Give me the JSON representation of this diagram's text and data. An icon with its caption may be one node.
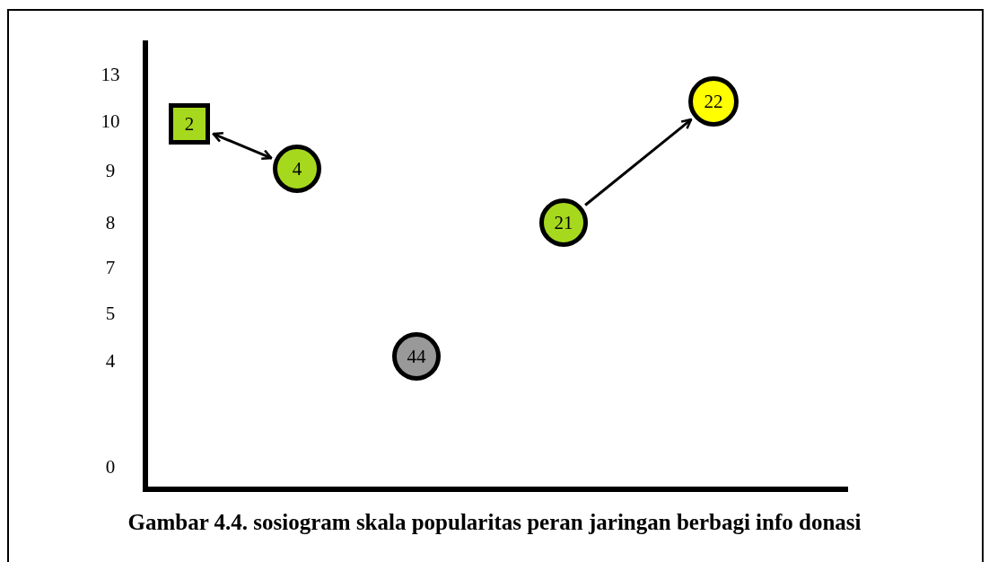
{
  "diagram": {
    "caption": "Gambar 4.4. sosiogram skala popularitas peran jaringan berbagi info donasi",
    "nodes": [
      {
        "text": [
          "2"
        ]
      },
      {
        "text": [
          "4"
        ]
      },
      {
        "text": [
          "22"
        ]
      },
      {
        "text": [
          "21"
        ]
      },
      {
        "text": [
          "44"
        ]
      }
    ],
    "edges": [
      {
        "from": 0,
        "to": 1,
        "arrow": "both"
      },
      {
        "from": 3,
        "to": 2,
        "arrow": "to"
      }
    ],
    "labels": [
      "13",
      "10",
      "9",
      "8",
      "7",
      "5",
      "4",
      "0"
    ]
  }
}
